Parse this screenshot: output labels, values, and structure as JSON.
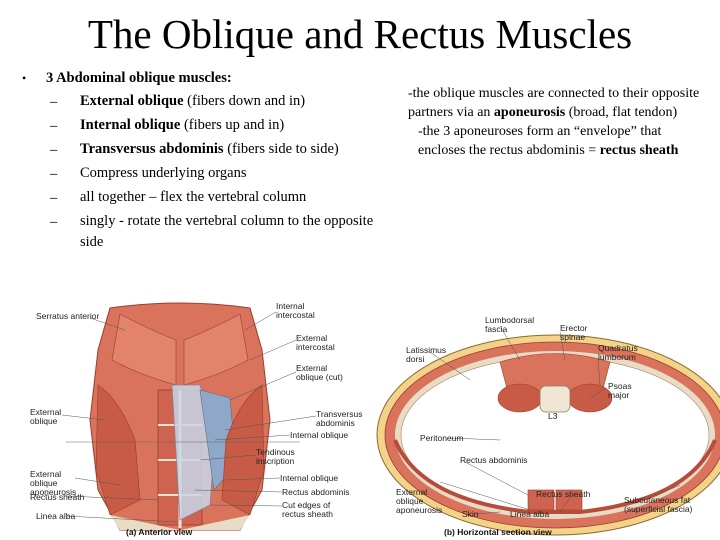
{
  "title": "The Oblique and Rectus Muscles",
  "left": {
    "bullet_symbol": "•",
    "heading": "3 Abdominal oblique muscles:",
    "items": [
      {
        "bold": "External oblique",
        "rest": " (fibers down and in)"
      },
      {
        "bold": "Internal oblique",
        "rest": " (fibers up and in)"
      },
      {
        "bold": "Transversus abdominis",
        "rest": " (fibers side to side)"
      },
      {
        "bold": "",
        "rest": "Compress underlying organs"
      },
      {
        "bold": "",
        "rest": "all together – flex the vertebral column"
      },
      {
        "bold": "",
        "rest": "singly - rotate the vertebral column to the opposite side"
      }
    ],
    "dash": "–"
  },
  "right": {
    "p1_a": "-the oblique muscles are connected to their opposite partners via an ",
    "p1_b": "aponeurosis",
    "p1_c": " (broad, flat tendon)",
    "p2_a": "-the 3 aponeuroses form an “envelope” that encloses the rectus abdominis = ",
    "p2_b": "rectus sheath"
  },
  "figure_a": {
    "caption": "(a) Anterior view",
    "labels": {
      "serratus": "Serratus anterior",
      "int_intercostal": "Internal intercostal",
      "ext_intercostal": "External intercostal",
      "ext_oblique_cut": "External oblique (cut)",
      "ext_oblique": "External oblique",
      "transversus": "Transversus abdominis",
      "int_oblique": "Internal oblique",
      "tendinous": "Tendinous inscription",
      "ext_apon": "External oblique aponeurosis",
      "int_oblique2": "Internal oblique",
      "rectus": "Rectus abdominis",
      "cut_edges": "Cut edges of rectus sheath",
      "rectus_sheath": "Rectus sheath",
      "linea_alba": "Linea alba"
    }
  },
  "figure_b": {
    "caption": "(b) Horizontal section view",
    "labels": {
      "lumbodorsal": "Lumbodorsal fascia",
      "erector": "Erector spinae",
      "quadratus": "Quadratus lumborum",
      "latissimus": "Latissimus dorsi",
      "psoas": "Psoas major",
      "l3": "L3",
      "peritoneum": "Peritoneum",
      "rectus": "Rectus abdominis",
      "ext_apon": "External oblique aponeurosis",
      "rectus_sheath": "Rectus sheath",
      "linea_alba": "Linea alba",
      "skin": "Skin",
      "subcutaneous": "Subcutaneous fat (superficial fascia)"
    }
  },
  "colors": {
    "muscle": "#d9735c",
    "muscle_dark": "#b84c3a",
    "tendon": "#e8dcc7",
    "fat": "#f3d28a",
    "bone": "#efe6d4"
  }
}
